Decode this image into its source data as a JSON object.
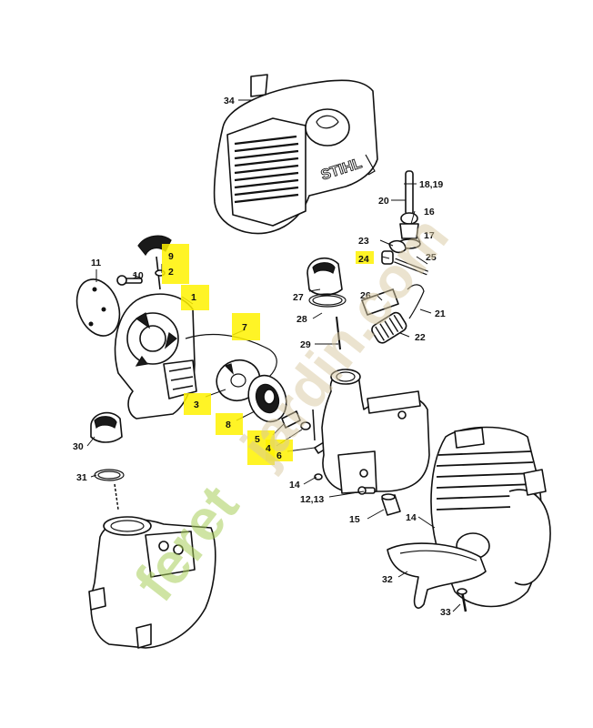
{
  "diagram": {
    "brand_logo": "STIHL",
    "watermark": {
      "part1": "feret",
      "part2": "jardin.com"
    },
    "highlight_color": "#fff200",
    "watermark_colors": [
      "#a8cf5a",
      "#d8c8a0"
    ],
    "callouts": [
      {
        "id": "34",
        "label": "34",
        "highlighted": false
      },
      {
        "id": "18_19",
        "label": "18,19",
        "highlighted": false
      },
      {
        "id": "20",
        "label": "20",
        "highlighted": false
      },
      {
        "id": "16",
        "label": "16",
        "highlighted": false
      },
      {
        "id": "17",
        "label": "17",
        "highlighted": false
      },
      {
        "id": "23",
        "label": "23",
        "highlighted": false
      },
      {
        "id": "25",
        "label": "25",
        "highlighted": false
      },
      {
        "id": "24",
        "label": "24",
        "highlighted": true
      },
      {
        "id": "26",
        "label": "26",
        "highlighted": false
      },
      {
        "id": "27",
        "label": "27",
        "highlighted": false
      },
      {
        "id": "21",
        "label": "21",
        "highlighted": false
      },
      {
        "id": "28",
        "label": "28",
        "highlighted": false
      },
      {
        "id": "22",
        "label": "22",
        "highlighted": false
      },
      {
        "id": "29",
        "label": "29",
        "highlighted": false
      },
      {
        "id": "11",
        "label": "11",
        "highlighted": false
      },
      {
        "id": "9",
        "label": "9",
        "highlighted": true
      },
      {
        "id": "10",
        "label": "10",
        "highlighted": false
      },
      {
        "id": "2",
        "label": "2",
        "highlighted": true
      },
      {
        "id": "1",
        "label": "1",
        "highlighted": true
      },
      {
        "id": "7",
        "label": "7",
        "highlighted": true
      },
      {
        "id": "3",
        "label": "3",
        "highlighted": true
      },
      {
        "id": "8",
        "label": "8",
        "highlighted": true
      },
      {
        "id": "5",
        "label": "5",
        "highlighted": true
      },
      {
        "id": "4",
        "label": "4",
        "highlighted": true
      },
      {
        "id": "6",
        "label": "6",
        "highlighted": true
      },
      {
        "id": "30",
        "label": "30",
        "highlighted": false
      },
      {
        "id": "31",
        "label": "31",
        "highlighted": false
      },
      {
        "id": "14a",
        "label": "14",
        "highlighted": false
      },
      {
        "id": "12_13",
        "label": "12,13",
        "highlighted": false
      },
      {
        "id": "15",
        "label": "15",
        "highlighted": false
      },
      {
        "id": "14b",
        "label": "14",
        "highlighted": false
      },
      {
        "id": "32",
        "label": "32",
        "highlighted": false
      },
      {
        "id": "33",
        "label": "33",
        "highlighted": false
      }
    ]
  }
}
